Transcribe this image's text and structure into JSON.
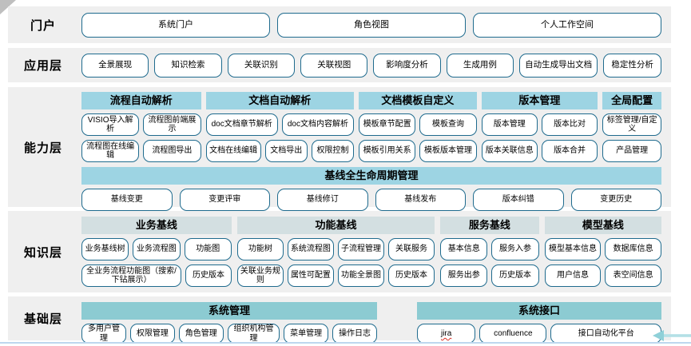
{
  "portal": {
    "label": "门户",
    "items": [
      "系统门户",
      "角色视图",
      "个人工作空间"
    ]
  },
  "app": {
    "label": "应用层",
    "items": [
      "全景展现",
      "知识检索",
      "关联识别",
      "关联视图",
      "影响度分析",
      "生成用例",
      "自动生成导出文档",
      "稳定性分析"
    ]
  },
  "capability": {
    "label": "能力层",
    "groups": [
      {
        "title": "流程自动解析",
        "rows": [
          [
            "VISIO导入解析",
            "流程图前端展示"
          ],
          [
            "流程图在线编辑",
            "流程图导出"
          ]
        ]
      },
      {
        "title": "文档自动解析",
        "rows": [
          [
            "doc文档章节解析",
            "doc文档内容解析"
          ],
          [
            "文档在线编辑",
            "文档导出",
            "权限控制"
          ]
        ]
      },
      {
        "title": "文档模板自定义",
        "rows": [
          [
            "模板章节配置",
            "模板查询"
          ],
          [
            "模板引用关系",
            "模板版本管理"
          ]
        ]
      },
      {
        "title": "版本管理",
        "rows": [
          [
            "版本管理",
            "版本比对"
          ],
          [
            "版本关联信息",
            "版本合并"
          ]
        ]
      },
      {
        "title": "全局配置",
        "rows": [
          [
            "标签管理/自定义"
          ],
          [
            "产品管理"
          ]
        ]
      }
    ],
    "baseline": {
      "title": "基线全生命周期管理",
      "items": [
        "基线变更",
        "变更评审",
        "基线修订",
        "基线发布",
        "版本纠错",
        "变更历史"
      ]
    }
  },
  "knowledge": {
    "label": "知识层",
    "groups": [
      {
        "title": "业务基线",
        "rows": [
          [
            "业务基线树",
            "业务流程图",
            "功能图"
          ],
          [
            "全业务流程功能图（搜索/下钻展示）",
            "历史版本"
          ]
        ]
      },
      {
        "title": "功能基线",
        "rows": [
          [
            "功能树",
            "系统流程图",
            "子流程管理",
            "关联服务"
          ],
          [
            "关联业务规则",
            "属性可配置",
            "功能全景图",
            "历史版本"
          ]
        ]
      },
      {
        "title": "服务基线",
        "rows": [
          [
            "基本信息",
            "服务入参"
          ],
          [
            "服务出参",
            "历史版本"
          ]
        ]
      },
      {
        "title": "模型基线",
        "rows": [
          [
            "模型基本信息",
            "数据库信息"
          ],
          [
            "用户信息",
            "表空间信息"
          ]
        ]
      }
    ]
  },
  "base": {
    "label": "基础层",
    "groups": [
      {
        "title": "系统管理",
        "items": [
          "多用户管理",
          "权限管理",
          "角色管理",
          "组织机构管理",
          "菜单管理",
          "操作日志"
        ]
      },
      {
        "title": "系统接口",
        "items": [
          "jira",
          "confluence",
          "接口自动化平台"
        ]
      }
    ]
  },
  "colors": {
    "capability_header": "#9DD4E3",
    "knowledge_header": "#D3DFE1",
    "base_header": "#8CCBD2",
    "button_border": "#1F6B8E",
    "row_background": "#EFEFEF",
    "bottom_rule": "#BDD7EE",
    "arrow": "#93D2DA"
  }
}
